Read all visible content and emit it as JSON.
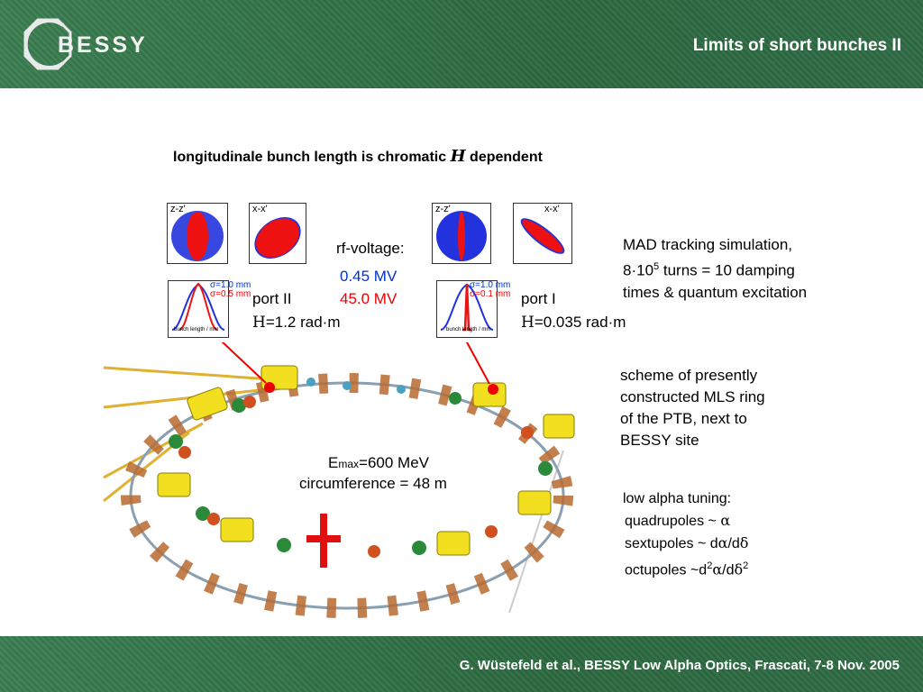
{
  "header": {
    "logo_text": "BESSY",
    "title": "Limits of short bunches II"
  },
  "subtitle": {
    "before": "longitudinale bunch length is chromatic ",
    "symbol": "H",
    "after": " dependent"
  },
  "plots": {
    "left_zz_label": "z-z'",
    "left_xx_label": "x-x'",
    "right_zz_label": "z-z'",
    "right_xx_label": "x-x'",
    "left_profile_xlabel": "bunch length / mm",
    "right_profile_xlabel": "bunch length / mm",
    "left_sigma_blue": "σ=1.0 mm",
    "left_sigma_red": "σ=0.5 mm",
    "right_sigma_blue": "σ=1.0 mm",
    "right_sigma_red": "σ=0.1 mm"
  },
  "rf": {
    "label": "rf-voltage:",
    "low": "0.45 MV",
    "high": "45.0 MV",
    "low_color": "#0033cc",
    "high_color": "#ee0000"
  },
  "ports": {
    "port2_label": "port II",
    "port2_symbol": "H",
    "port2_value": "=1.2 rad·m",
    "port1_label": "port I",
    "port1_symbol": "H",
    "port1_value": "=0.035 rad·m"
  },
  "mad": {
    "line1": "MAD tracking simulation,",
    "line2_a": "8·10",
    "line2_sup": "5",
    "line2_b": " turns = 10 damping",
    "line3": "times & quantum excitation"
  },
  "scheme": {
    "line1": "scheme of presently",
    "line2": "constructed MLS ring",
    "line3": "of the PTB, next to",
    "line4": "BESSY site"
  },
  "ring_info": {
    "emax_e": "E",
    "emax_sub": "max",
    "emax_value": "=600 MeV",
    "circumference": "circumference = 48 m"
  },
  "tuning": {
    "title": "low alpha tuning:",
    "quad_a": "quadrupoles ~ ",
    "quad_sym": "α",
    "sext_a": "sextupoles ~ d",
    "sext_sym1": "α",
    "sext_mid": "/d",
    "sext_sym2": "δ",
    "oct_a": "octupoles ~d",
    "oct_sup1": "2",
    "oct_sym1": "α",
    "oct_mid": "/d",
    "oct_sym2": "δ",
    "oct_sup2": "2"
  },
  "footer": {
    "text": "G. Wüstefeld et al., BESSY Low Alpha Optics, Frascati, 7-8 Nov. 2005"
  },
  "colors": {
    "header_green": "#2f6f45",
    "marker_red": "#ee0000",
    "beam_blue": "#0033cc"
  }
}
